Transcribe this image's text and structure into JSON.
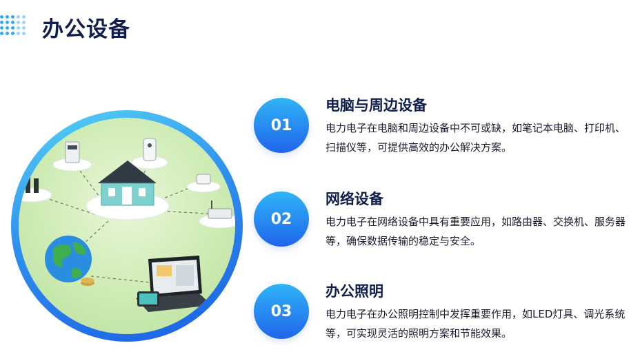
{
  "page": {
    "title": "办公设备"
  },
  "hero": {
    "icon": "office-devices-illustration"
  },
  "items": [
    {
      "number": "01",
      "title": "电脑与周边设备",
      "desc": "电力电子在电脑和周边设备中不可或缺，如笔记本电脑、打印机、扫描仪等，可提供高效的办公解决方案。"
    },
    {
      "number": "02",
      "title": "网络设备",
      "desc": "电力电子在网络设备中具有重要应用，如路由器、交换机、服务器等，确保数据传输的稳定与安全。"
    },
    {
      "number": "03",
      "title": "办公照明",
      "desc": "电力电子在办公照明控制中发挥重要作用，如LED灯具、调光系统等，可实现灵活的照明方案和节能效果。"
    }
  ],
  "colors": {
    "accent": "#2e8ef0",
    "title": "#0f1e4d",
    "badge_top": "#2fb4f6",
    "badge_bottom": "#2065ec"
  }
}
